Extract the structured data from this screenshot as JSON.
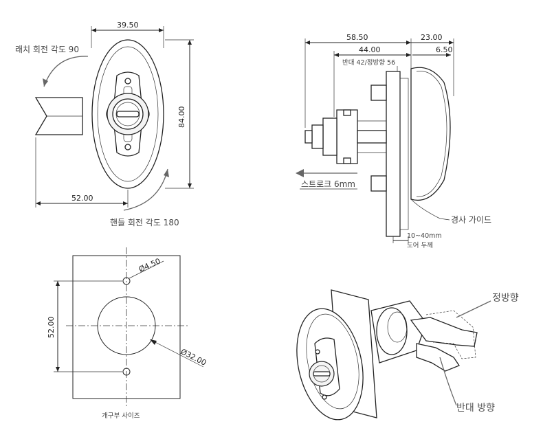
{
  "dims": {
    "front_width": "39.50",
    "front_height": "84.00",
    "front_offset": "52.00",
    "side_total": "58.50",
    "side_body": "44.00",
    "side_head": "23.00",
    "side_flange": "6.50",
    "cutout_spacing": "52.00",
    "hole_dia": "Ø4.50",
    "cutout_dia": "Ø32.00"
  },
  "labels": {
    "latch_rotation": "래치 회전 각도 90",
    "handle_rotation": "핸들 회전 각도 180",
    "reverse_forward": "반대 42/정방향 56",
    "stroke": "스트로크 6mm",
    "slope_guide": "경사 가이드",
    "door_range": "10~40mm",
    "door_thickness": "도어 두께",
    "cutout_size": "개구부 사이즈",
    "forward_dir": "정방향",
    "reverse_dir": "반대 방향"
  }
}
